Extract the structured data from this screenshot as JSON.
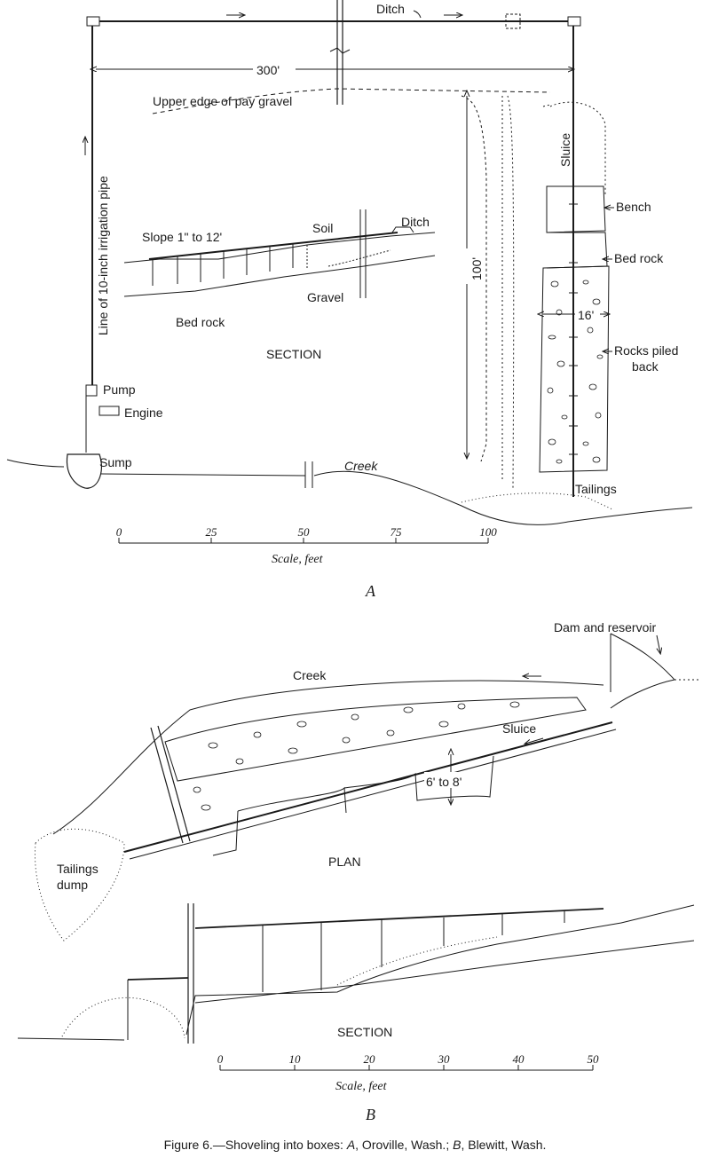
{
  "figure_a": {
    "label": "A",
    "top_ditch": "Ditch",
    "distance_300": "300'",
    "pay_gravel": "Upper edge of pay gravel",
    "irrigation_pipe": "Line of 10-inch irrigation pipe",
    "sluice": "Sluice",
    "distance_100": "100'",
    "slope": "Slope 1\" to 12'",
    "soil": "Soil",
    "ditch_section": "Ditch",
    "gravel": "Gravel",
    "bed_rock_section": "Bed rock",
    "section": "SECTION",
    "bench": "Bench",
    "bed_rock": "Bed rock",
    "width_16": "16'",
    "rocks_piled_1": "Rocks piled",
    "rocks_piled_2": "back",
    "pump": "Pump",
    "engine": "Engine",
    "sump": "Sump",
    "creek": "Creek",
    "tailings": "Tailings",
    "scale_ticks": [
      "0",
      "25",
      "50",
      "75",
      "100"
    ],
    "scale_label": "Scale, feet"
  },
  "figure_b": {
    "label": "B",
    "dam": "Dam and reservoir",
    "creek": "Creek",
    "sluice": "Sluice",
    "width": "6' to 8'",
    "plan": "PLAN",
    "tailings_1": "Tailings",
    "tailings_2": "dump",
    "section": "SECTION",
    "scale_ticks": [
      "0",
      "10",
      "20",
      "30",
      "40",
      "50"
    ],
    "scale_label": "Scale, feet"
  },
  "caption": {
    "prefix": "Figure 6.—Shoveling into boxes: ",
    "a": "A",
    "a_text": ", Oroville, Wash.; ",
    "b": "B",
    "b_text": ", Blewitt, Wash."
  }
}
